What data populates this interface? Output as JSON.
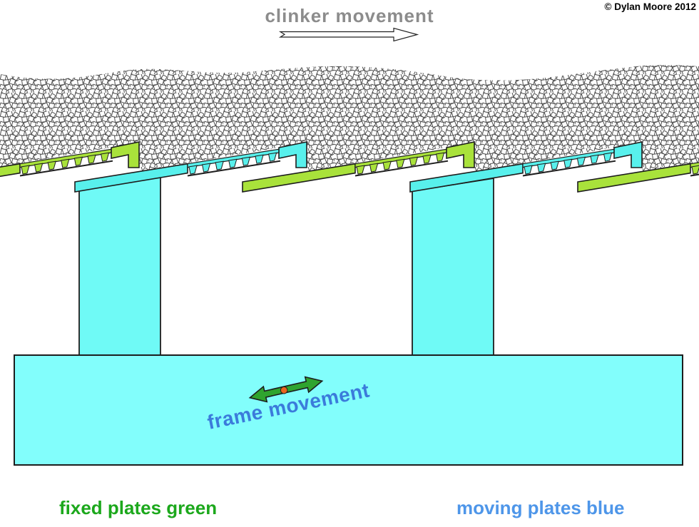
{
  "header": {
    "title": "clinker movement",
    "copyright": "© Dylan Moore 2012"
  },
  "frame": {
    "label": "frame movement"
  },
  "legend": {
    "fixed": "fixed plates green",
    "moving": "moving plates blue"
  },
  "structure": {
    "plates": [
      "fixed",
      "moving",
      "fixed",
      "moving",
      "fixed"
    ],
    "columns_on_moving_frame": 2,
    "clinker_arrow_direction": "right",
    "frame_arrow_direction": "left-right"
  },
  "colors": {
    "fixed_plate": "#a9e23b",
    "moving_plate": "#58f0ec",
    "column": "#6ffaf6",
    "frame": "#82fefc",
    "outline": "#1d1d1d",
    "title_text": "#8c8c8c",
    "copyright_text": "#000000",
    "legend_fixed_text": "#1ca81c",
    "legend_moving_text": "#4e96e9",
    "frame_label_text": "#3b7bdb",
    "arrow_fill": "#2fa42f",
    "pivot_dot": "#e8641e",
    "clinker_arrow_fill": "#ffffff"
  }
}
